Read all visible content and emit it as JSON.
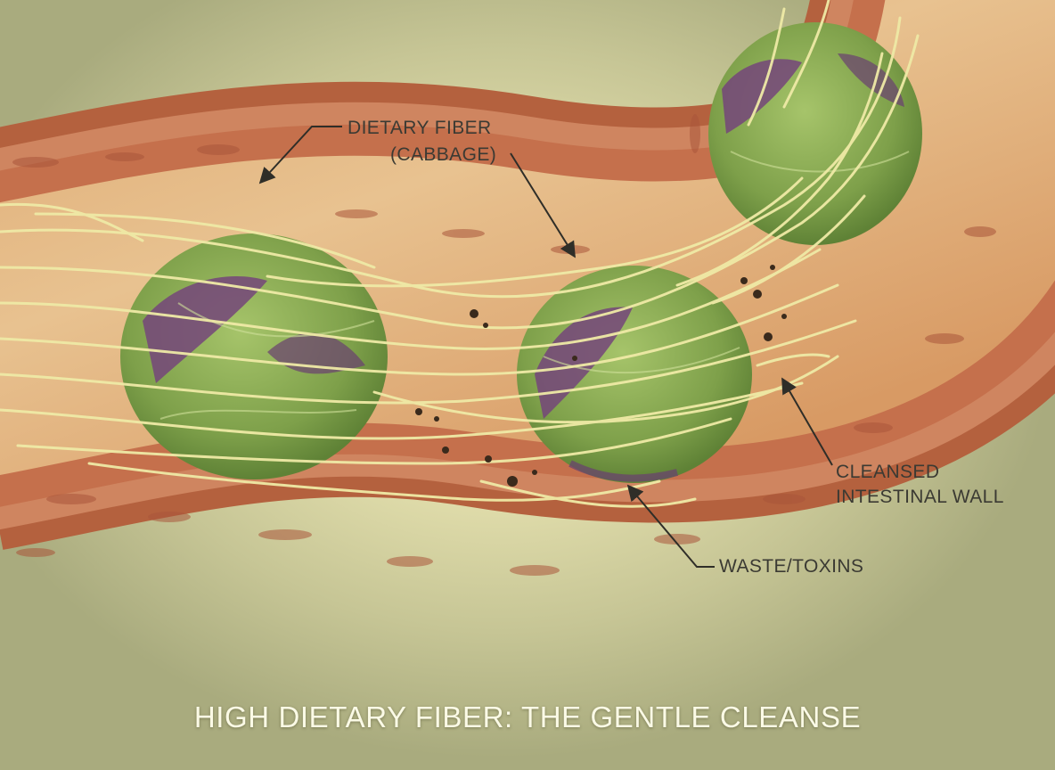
{
  "title": "HIGH DIETARY FIBER: THE GENTLE CLEANSE",
  "labels": {
    "dietary_fiber_line1": "DIETARY FIBER",
    "dietary_fiber_line2": "(CABBAGE)",
    "cleansed_wall_line1": "CLEANSED",
    "cleansed_wall_line2": "INTESTINAL WALL",
    "waste": "WASTE/TOXINS"
  },
  "colors": {
    "background_light": "#f4f0c4",
    "background_dark": "#a9ab7e",
    "intestine_wall": "#c0704a",
    "intestine_lumen": "#e2b078",
    "cabbage": "#7fa24c",
    "cabbage_purple": "#7a4a78",
    "fiber_strands": "#eeeaa6",
    "waste": "#3a2a1c",
    "label_text": "#3b3a33",
    "title_text": "#fbfae6"
  }
}
